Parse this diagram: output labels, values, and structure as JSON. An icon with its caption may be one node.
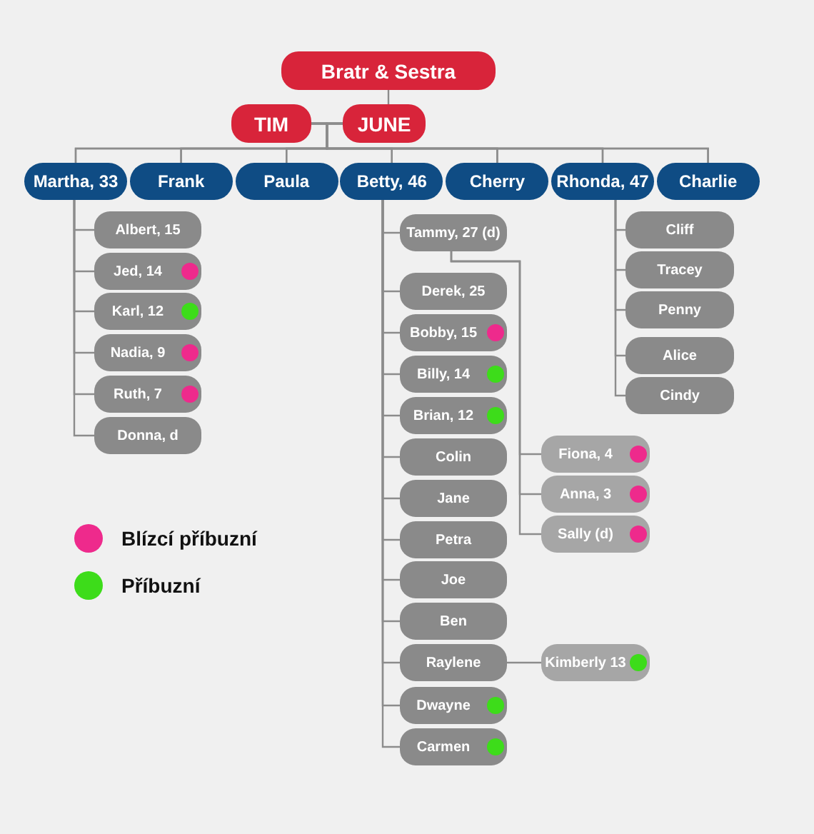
{
  "diagram": {
    "nodes": [
      {
        "text": [
          "Bratr & Sestra"
        ]
      },
      {
        "text": [
          "TIM"
        ]
      },
      {
        "text": [
          "JUNE"
        ]
      },
      {
        "text": [
          "Martha, 33"
        ]
      },
      {
        "text": [
          "Frank"
        ]
      },
      {
        "text": [
          "Paula"
        ]
      },
      {
        "text": [
          "Betty, 46"
        ]
      },
      {
        "text": [
          "Cherry"
        ]
      },
      {
        "text": [
          "Rhonda, 47"
        ]
      },
      {
        "text": [
          "Charlie"
        ]
      },
      {
        "text": [
          "Albert, 15"
        ]
      },
      {
        "text": [
          "Jed, 14"
        ]
      },
      {
        "text": [
          "Karl, 12"
        ]
      },
      {
        "text": [
          "Nadia, 9"
        ]
      },
      {
        "text": [
          "Ruth, 7"
        ]
      },
      {
        "text": [
          "Donna, d"
        ]
      },
      {
        "text": [
          "Tammy, 27 (d)"
        ]
      },
      {
        "text": [
          "Derek, 25"
        ]
      },
      {
        "text": [
          "Bobby, 15"
        ]
      },
      {
        "text": [
          "Billy, 14"
        ]
      },
      {
        "text": [
          "Brian, 12"
        ]
      },
      {
        "text": [
          "Colin"
        ]
      },
      {
        "text": [
          "Jane"
        ]
      },
      {
        "text": [
          "Petra"
        ]
      },
      {
        "text": [
          "Joe"
        ]
      },
      {
        "text": [
          "Ben"
        ]
      },
      {
        "text": [
          "Raylene"
        ]
      },
      {
        "text": [
          "Dwayne"
        ]
      },
      {
        "text": [
          "Carmen"
        ]
      },
      {
        "text": [
          "Fiona, 4"
        ]
      },
      {
        "text": [
          "Anna, 3"
        ]
      },
      {
        "text": [
          "Sally (d)"
        ]
      },
      {
        "text": [
          "Kimberly 13"
        ]
      },
      {
        "text": [
          "Cliff"
        ]
      },
      {
        "text": [
          "Tracey"
        ]
      },
      {
        "text": [
          "Penny"
        ]
      },
      {
        "text": [
          "Alice"
        ]
      },
      {
        "text": [
          "Cindy"
        ]
      }
    ],
    "edges": [
      {
        "from": 0,
        "to": 2,
        "arrow": "none"
      },
      {
        "from": 1,
        "to": 2,
        "arrow": "none"
      },
      {
        "from": 1,
        "to": 3,
        "arrow": "none"
      },
      {
        "from": 1,
        "to": 4,
        "arrow": "none"
      },
      {
        "from": 1,
        "to": 5,
        "arrow": "none"
      },
      {
        "from": 1,
        "to": 6,
        "arrow": "none"
      },
      {
        "from": 1,
        "to": 7,
        "arrow": "none"
      },
      {
        "from": 1,
        "to": 8,
        "arrow": "none"
      },
      {
        "from": 1,
        "to": 9,
        "arrow": "none"
      },
      {
        "from": 2,
        "to": 3,
        "arrow": "none"
      },
      {
        "from": 2,
        "to": 4,
        "arrow": "none"
      },
      {
        "from": 2,
        "to": 5,
        "arrow": "none"
      },
      {
        "from": 2,
        "to": 6,
        "arrow": "none"
      },
      {
        "from": 2,
        "to": 7,
        "arrow": "none"
      },
      {
        "from": 2,
        "to": 8,
        "arrow": "none"
      },
      {
        "from": 2,
        "to": 9,
        "arrow": "none"
      },
      {
        "from": 3,
        "to": 10,
        "arrow": "none"
      },
      {
        "from": 3,
        "to": 11,
        "arrow": "none"
      },
      {
        "from": 3,
        "to": 12,
        "arrow": "none"
      },
      {
        "from": 3,
        "to": 13,
        "arrow": "none"
      },
      {
        "from": 3,
        "to": 14,
        "arrow": "none"
      },
      {
        "from": 3,
        "to": 15,
        "arrow": "none"
      },
      {
        "from": 6,
        "to": 16,
        "arrow": "none"
      },
      {
        "from": 6,
        "to": 17,
        "arrow": "none"
      },
      {
        "from": 6,
        "to": 18,
        "arrow": "none"
      },
      {
        "from": 6,
        "to": 19,
        "arrow": "none"
      },
      {
        "from": 6,
        "to": 20,
        "arrow": "none"
      },
      {
        "from": 6,
        "to": 21,
        "arrow": "none"
      },
      {
        "from": 6,
        "to": 22,
        "arrow": "none"
      },
      {
        "from": 6,
        "to": 23,
        "arrow": "none"
      },
      {
        "from": 6,
        "to": 24,
        "arrow": "none"
      },
      {
        "from": 6,
        "to": 25,
        "arrow": "none"
      },
      {
        "from": 6,
        "to": 26,
        "arrow": "none"
      },
      {
        "from": 6,
        "to": 27,
        "arrow": "none"
      },
      {
        "from": 6,
        "to": 28,
        "arrow": "none"
      },
      {
        "from": 16,
        "to": 29,
        "arrow": "none"
      },
      {
        "from": 16,
        "to": 30,
        "arrow": "none"
      },
      {
        "from": 16,
        "to": 31,
        "arrow": "none"
      },
      {
        "from": 26,
        "to": 32,
        "arrow": "none"
      },
      {
        "from": 8,
        "to": 33,
        "arrow": "none"
      },
      {
        "from": 8,
        "to": 34,
        "arrow": "none"
      },
      {
        "from": 8,
        "to": 35,
        "arrow": "none"
      },
      {
        "from": 8,
        "to": 36,
        "arrow": "none"
      },
      {
        "from": 8,
        "to": 37,
        "arrow": "none"
      }
    ],
    "legend": [
      {
        "text": "Blízcí příbuzní",
        "color": "#ee2a8c"
      },
      {
        "text": "Příbuzní",
        "color": "#3ddc1a"
      }
    ]
  }
}
